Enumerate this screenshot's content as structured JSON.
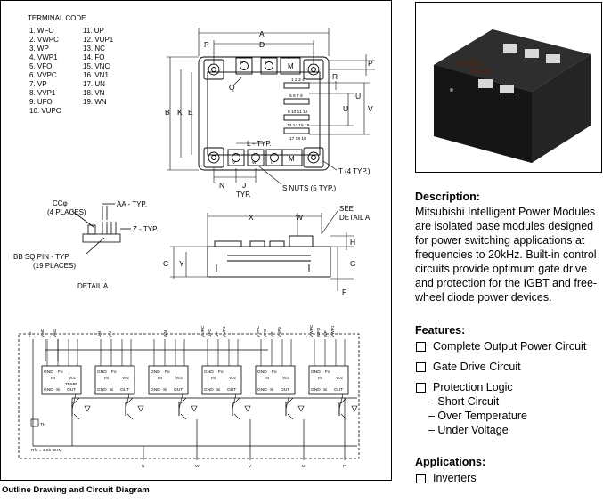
{
  "terminal_code": {
    "title": "TERMINAL CODE",
    "col1": [
      "1. WFO",
      "2. VWPC",
      "3. WP",
      "4. VWP1",
      "5. VFO",
      "6. VVPC",
      "7. VP",
      "8. VVP1",
      "9. UFO",
      "10. VUPC"
    ],
    "col2": [
      "11. UP",
      "12. VUP1",
      "13. NC",
      "14. FO",
      "15. VNC",
      "16. VN1",
      "17. UN",
      "18. VN",
      "19. WN"
    ]
  },
  "dims": {
    "a": "A",
    "p": "P",
    "d": "D",
    "b": "B",
    "k": "K",
    "e": "E",
    "q": "Q",
    "n": "N",
    "m": "M",
    "r": "R",
    "u": "U",
    "v": "V",
    "l_typ": "L - TYP.",
    "j": "J",
    "typ": "TYP.",
    "s_nuts": "S NUTS (5 TYP.)",
    "t_typ": "T (4 TYP.)",
    "x": "X",
    "w": "W",
    "see_detail": "SEE",
    "detail_a_label": "DETAIL A",
    "h": "H",
    "c": "C",
    "y": "Y",
    "g": "G",
    "f": "F",
    "cc_phi": "CCφ",
    "four_places": "(4 PLACES)",
    "aa_typ": "AA - TYP.",
    "z_typ": "Z - TYP.",
    "bb_pin": "BB SQ PIN - TYP.",
    "nineteen_places": "(19 PLACES)",
    "detail_a_title": "DETAIL A",
    "pins_a": "1 2 3 4",
    "pins_b": "5 6 7 8",
    "pins_c": "9 10 11 12",
    "pins_d": "13 14 15 16",
    "pins_e": "17 18 19",
    "term_n": "N",
    "term_v": "V",
    "term_w": "W",
    "term_p": "P",
    "term_u": "U"
  },
  "circuit": {
    "gnd": "GND",
    "fo": "Fo",
    "in": "IN",
    "vcc": "Vcc",
    "si": "Si",
    "out": "OUT",
    "temp": "TEMP",
    "th": "TH",
    "rfo": "Rfo = 1.5k OHM",
    "bottom_labels": [
      "N",
      "W",
      "V",
      "U",
      "P"
    ],
    "top_labels": [
      "FO",
      "VNC",
      "VN1",
      "UN",
      "VN",
      "WN",
      "VUPC",
      "UFO",
      "UP",
      "VUP1",
      "VVPC",
      "VFO",
      "VP",
      "VVP1",
      "VWPC",
      "WFO",
      "WP",
      "VWP1"
    ]
  },
  "caption": "Outline Drawing and Circuit Diagram",
  "description": {
    "title": "Description:",
    "text": "Mitsubishi Intelligent Power Modules are isolated base modules designed for power switching applications at frequencies to 20kHz. Built-in control circuits provide optimum gate drive and protection for the IGBT and free-wheel diode power devices."
  },
  "features": {
    "title": "Features:",
    "items": [
      "Complete Output Power Circuit",
      "Gate Drive Circuit",
      "Protection Logic"
    ],
    "sub_items": [
      "– Short Circuit",
      "– Over Temperature",
      "– Under Voltage"
    ]
  },
  "applications": {
    "title": "Applications:",
    "items": [
      "Inverters"
    ]
  }
}
